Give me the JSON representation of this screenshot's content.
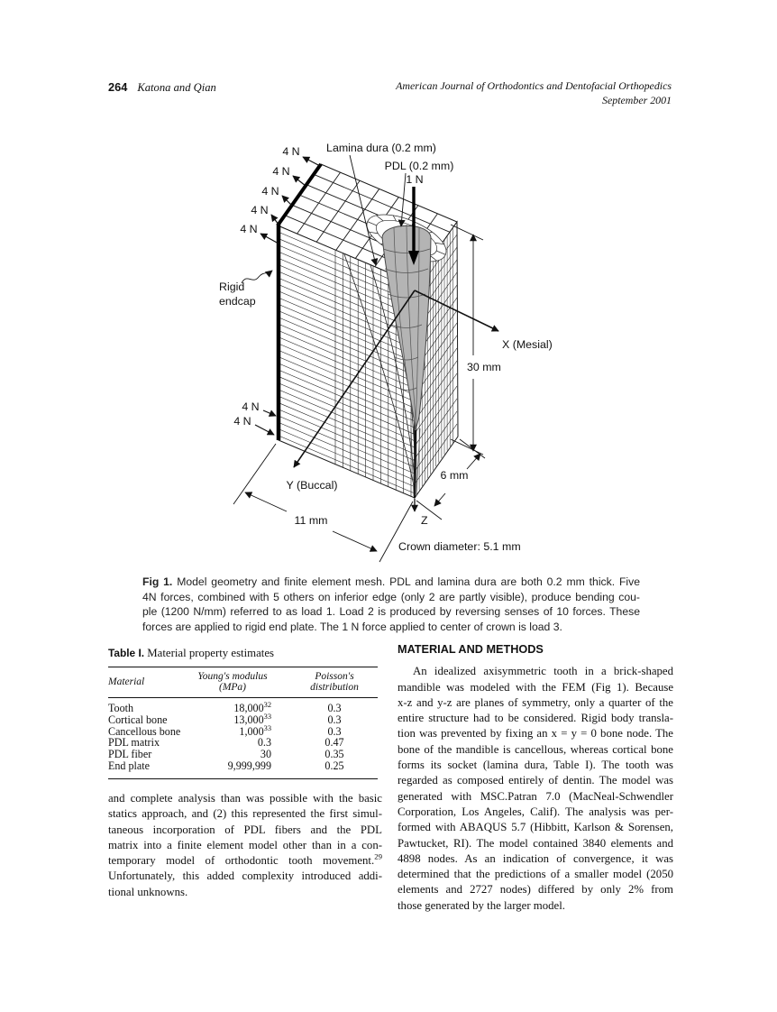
{
  "page": {
    "number": "264",
    "authors": "Katona and Qian",
    "journal_line1": "American Journal of Orthodontics and Dentofacial Orthopedics",
    "journal_line2": "September 2001"
  },
  "figure": {
    "force_4n": "4 N",
    "force_1n": "1 N",
    "lamina_dura_label": "Lamina dura (0.2 mm)",
    "pdl_label": "PDL (0.2 mm)",
    "rigid_endcap_line1": "Rigid",
    "rigid_endcap_line2": "endcap",
    "x_axis_label": "X (Mesial)",
    "y_axis_label": "Y (Buccal)",
    "z_axis_label": "Z",
    "height_dim": "30 mm",
    "depth_dim": "6 mm",
    "width_dim": "11 mm",
    "crown_note": "Crown diameter: 5.1 mm"
  },
  "caption": {
    "lines": [
      {
        "bold": "Fig 1.",
        "text": "Model geometry and finite element mesh. PDL and lamina dura are both 0.2 mm thick. Five"
      },
      "4N forces, combined with 5 others on inferior edge (only 2 are partly visible), produce bending cou-",
      "ple (1200 N/mm) referred to as load 1. Load 2 is produced by reversing senses of 10 forces. These",
      "forces are applied to rigid end plate. The 1 N force applied to center of crown is load 3."
    ]
  },
  "table": {
    "label": "Table I.",
    "title": "Material property estimates",
    "headers": [
      "Material",
      "Young's modulus (MPa)",
      "Poisson's distribution"
    ],
    "rows": [
      {
        "material": "Tooth",
        "modulus": "18,000",
        "modulus_sup": "32",
        "poisson": "0.3"
      },
      {
        "material": "Cortical bone",
        "modulus": "13,000",
        "modulus_sup": "33",
        "poisson": "0.3"
      },
      {
        "material": "Cancellous bone",
        "modulus": "1,000",
        "modulus_sup": "33",
        "poisson": "0.3"
      },
      {
        "material": "PDL matrix",
        "modulus": "0.3",
        "modulus_sup": "",
        "poisson": "0.47"
      },
      {
        "material": "PDL fiber",
        "modulus": "30",
        "modulus_sup": "",
        "poisson": "0.35"
      },
      {
        "material": "End plate",
        "modulus": "9,999,999",
        "modulus_sup": "",
        "poisson": "0.25"
      }
    ]
  },
  "left_column": {
    "lines": [
      "and complete analysis than was possible with the basic",
      "statics approach, and (2) this represented the first simul-",
      "taneous incorporation of PDL fibers and the PDL",
      "matrix into a finite element model other than in a con-",
      {
        "text": "temporary model of orthodontic tooth movement.",
        "sup": "29"
      },
      "Unfortunately, this added complexity introduced addi-",
      "tional unknowns."
    ]
  },
  "right_column": {
    "heading": "MATERIAL AND METHODS",
    "lines": [
      {
        "text": "An idealized axisymmetric tooth in a brick-shaped",
        "indent": true
      },
      "mandible was modeled with the FEM (Fig 1). Because",
      "x-z and y-z are planes of symmetry, only a quarter of the",
      "entire structure had to be considered. Rigid body transla-",
      "tion was prevented by fixing an x = y = 0 bone node. The",
      "bone of the mandible is cancellous, whereas cortical bone",
      "forms its socket (lamina dura, Table I). The tooth was",
      "regarded as composed entirely of dentin. The model was",
      "generated with MSC.Patran 7.0 (MacNeal-Schwendler",
      "Corporation, Los Angeles, Calif). The analysis was per-",
      "formed with ABAQUS 5.7 (Hibbitt, Karlson & Sorensen,",
      "Pawtucket, RI). The model contained 3840 elements and",
      "4898 nodes. As an indication of convergence, it was",
      "determined that the predictions of a smaller model (2050",
      "elements and 2727 nodes) differed by only 2% from",
      "those generated by the larger model."
    ]
  }
}
